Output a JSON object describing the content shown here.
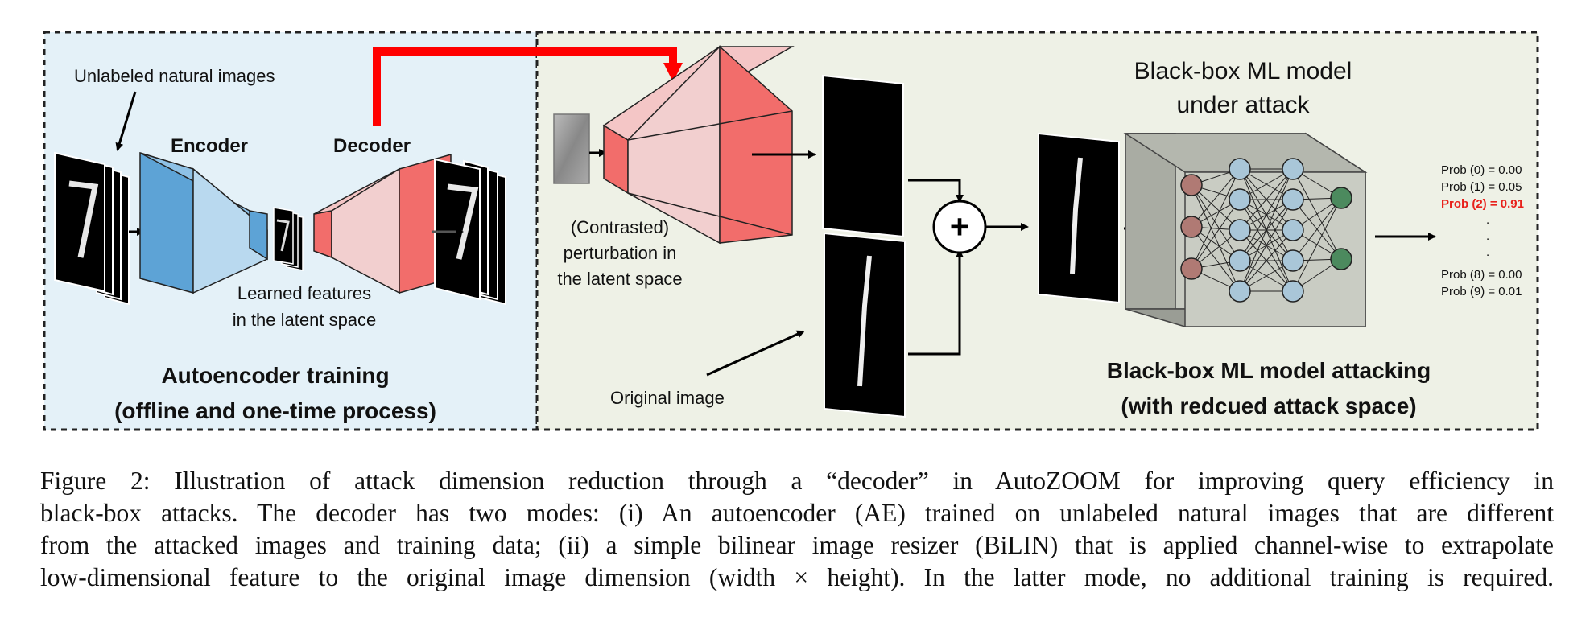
{
  "figure": {
    "left_panel": {
      "unlabeled_label": "Unlabeled natural images",
      "encoder_label": "Encoder",
      "decoder_label": "Decoder",
      "latent_label_1": "Learned features",
      "latent_label_2": "in the latent space",
      "title_1": "Autoencoder training",
      "title_2": "(offline and one-time process)"
    },
    "right_panel": {
      "perturb_label_1": "(Contrasted)",
      "perturb_label_2": "perturbation in",
      "perturb_label_3": "the latent space",
      "original_label": "Original image",
      "model_label_1": "Black-box ML model",
      "model_label_2": "under attack",
      "title_1": "Black-box ML model attacking",
      "title_2": "(with redcued attack space)",
      "plus_symbol": "+",
      "probs": [
        {
          "text": "Prob (0) = 0.00",
          "highlight": false
        },
        {
          "text": "Prob (1) = 0.05",
          "highlight": false
        },
        {
          "text": "Prob (2) = 0.91",
          "highlight": true
        },
        {
          "text": "Prob (8) = 0.00",
          "highlight": false
        },
        {
          "text": "Prob (9) = 0.01",
          "highlight": false
        }
      ],
      "ellipsis_dots": ".",
      "highlight_color": "#e8211b"
    },
    "colors": {
      "left_bg": "#e4f1f8",
      "right_bg": "#eef1e6",
      "encoder": "#5da3d6",
      "decoder": "#f26d6b",
      "arrow_red": "#ff0000",
      "model_box": "#c8cbc2",
      "node_blue": "#a9c6d8",
      "node_red": "#b07a74",
      "node_green": "#4c8a5e"
    }
  },
  "caption": {
    "lines": [
      "Figure 2: Illustration of attack dimension reduction through a “decoder” in AutoZOOM for improving query efficiency in",
      "black-box attacks. The decoder has two modes: (i) An autoencoder (AE) trained on unlabeled natural images that are different",
      "from the attacked images and training data; (ii) a simple bilinear image resizer (BiLIN) that is applied channel-wise to extrapolate",
      "low-dimensional feature to the original image dimension (width × height). In the latter mode, no additional training is required."
    ],
    "underline_color": "#e8321e"
  }
}
